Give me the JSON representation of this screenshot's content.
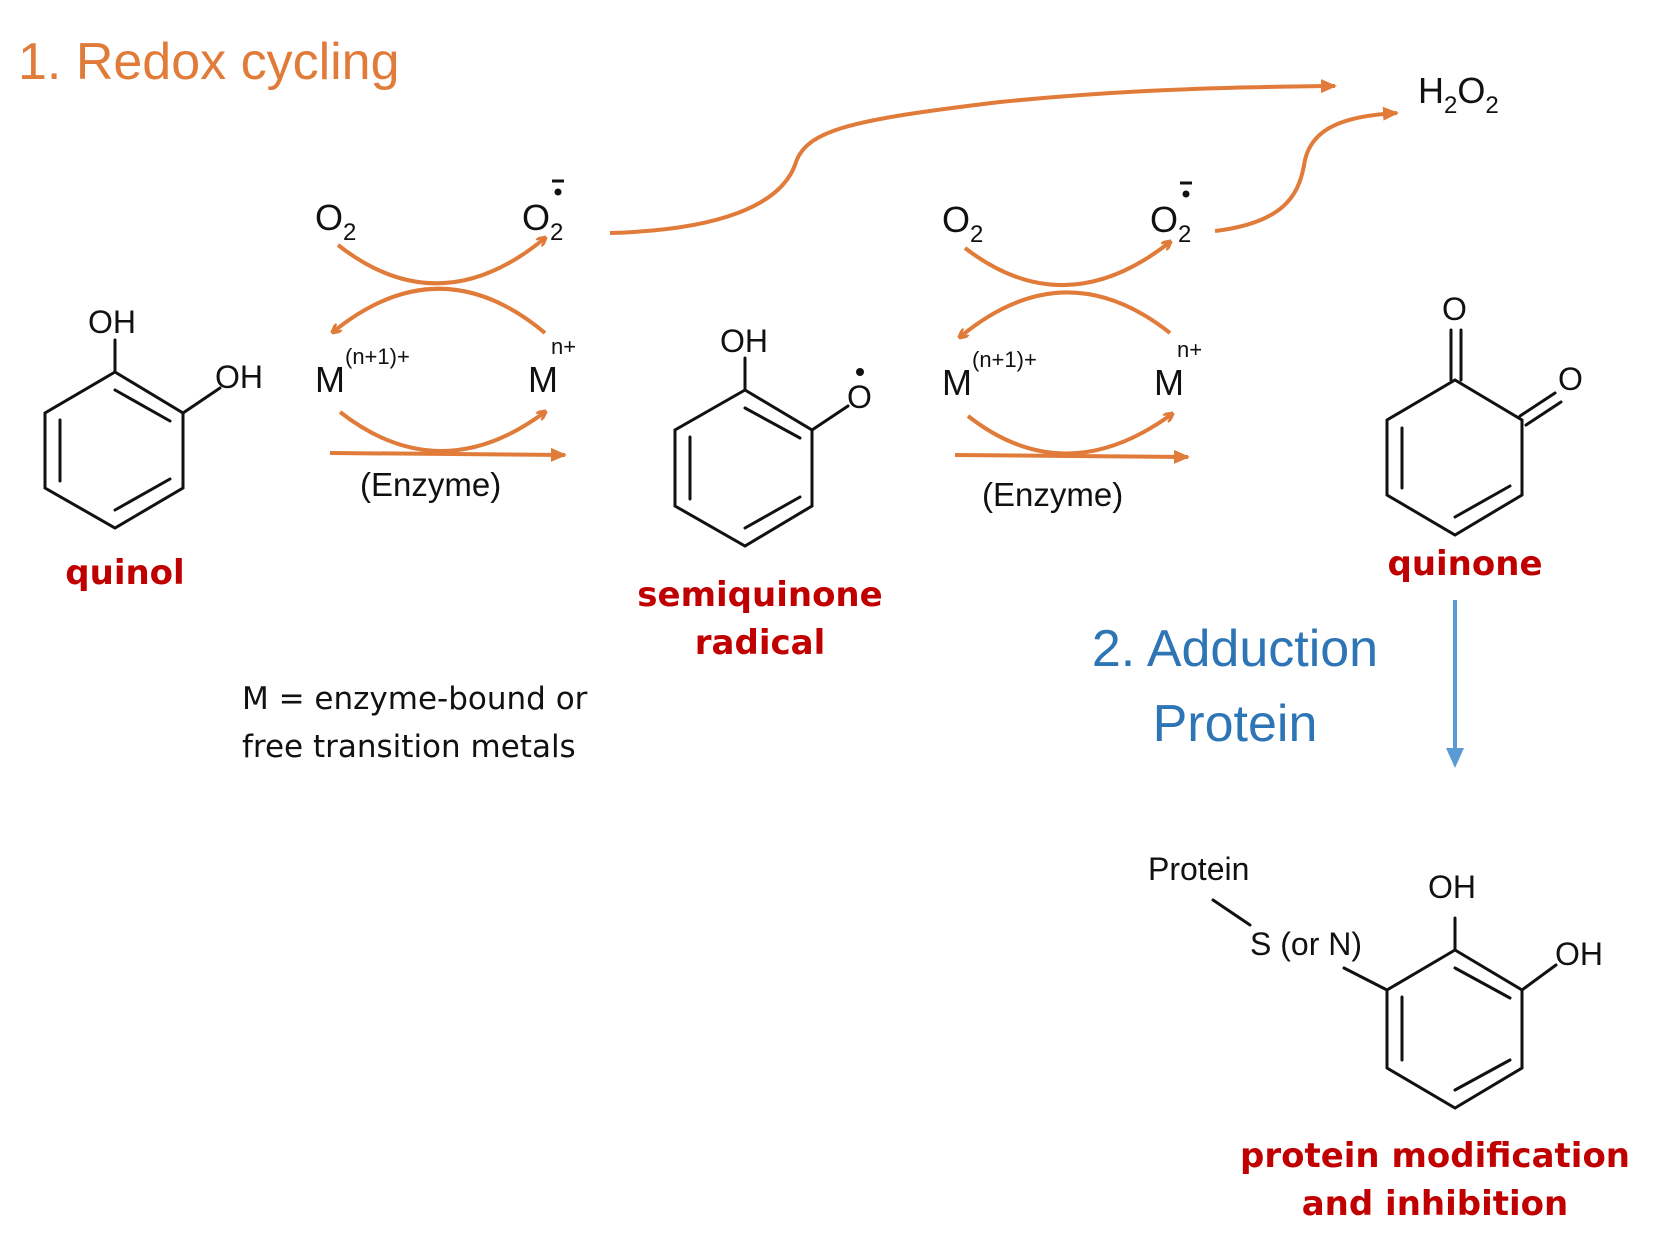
{
  "headings": {
    "redox": "1. Redox cycling",
    "adduction_line1": "2. Adduction",
    "adduction_line2": "Protein"
  },
  "species": {
    "o2": "O",
    "o2_sub": "2",
    "superoxide": "O",
    "superoxide_sub": "2",
    "superoxide_charge": "-",
    "h2o2_h": "H",
    "h2o2_sub1": "2",
    "h2o2_o": "O",
    "h2o2_sub2": "2",
    "metal_ox": "M",
    "metal_ox_sup": "(n+1)+",
    "metal_red": "M",
    "metal_red_sup": "n+",
    "enzyme": "(Enzyme)"
  },
  "atoms": {
    "oh": "OH",
    "o": "O",
    "o_radical": "O",
    "protein": "Protein",
    "s_or_n": "S (or N)"
  },
  "compounds": {
    "quinol": "quinol",
    "semiquinone_line1": "semiquinone",
    "semiquinone_line2": "radical",
    "quinone": "quinone",
    "adduct_line1": "protein modification",
    "adduct_line2": "and inhibition"
  },
  "note": {
    "line1": "M = enzyme-bound or",
    "line2": "free transition metals"
  },
  "colors": {
    "redox_orange": "#e07b39",
    "adduction_blue": "#2e75b6",
    "compound_red": "#c00000"
  }
}
